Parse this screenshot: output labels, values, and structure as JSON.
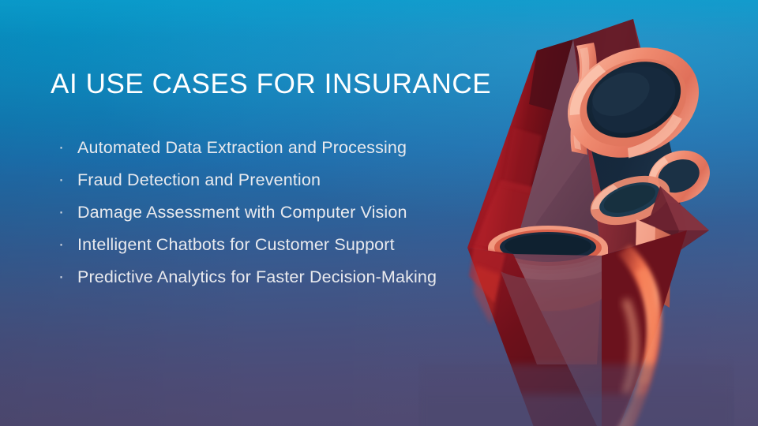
{
  "slide": {
    "title": "AI USE CASES FOR INSURANCE",
    "bullet_marker": "·",
    "bullets": [
      {
        "text": "Automated Data Extraction and Processing"
      },
      {
        "text": "Fraud Detection and Prevention"
      },
      {
        "text": "Damage Assessment with Computer Vision"
      },
      {
        "text": "Intelligent Chatbots for Customer Support"
      },
      {
        "text": "Predictive Analytics for Faster Decision-Making"
      }
    ]
  },
  "artwork": {
    "name": "abstract-3d-diamond-sculpture",
    "description": "Dark red glassy rhombus with triangular arch opening and coral torus rings"
  },
  "colors": {
    "background_top": "#0893c6",
    "background_mid": "#27659f",
    "background_bottom": "#4e4870",
    "title_text": "#ffffff",
    "body_text": "#e9eaee",
    "accent_dark_red": "#7d1220",
    "accent_red": "#b3202a",
    "accent_coral": "#f08a72",
    "accent_salmon": "#f7ab94",
    "accent_navy": "#16293d"
  }
}
